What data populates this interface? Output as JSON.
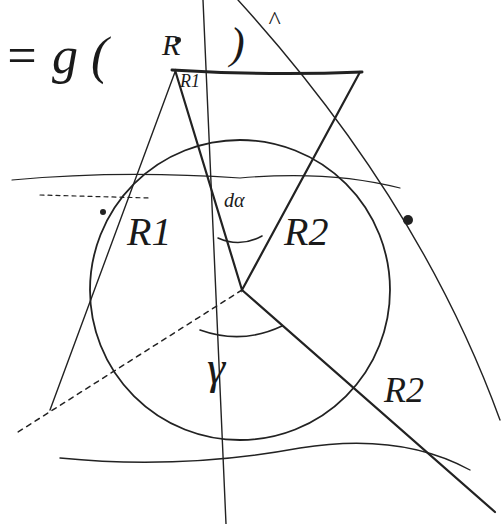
{
  "diagram": {
    "labels": [
      "= g (",
      "R",
      "R1",
      ")",
      "^",
      "R1",
      "dα",
      "R2",
      "γ",
      "R2"
    ]
  }
}
